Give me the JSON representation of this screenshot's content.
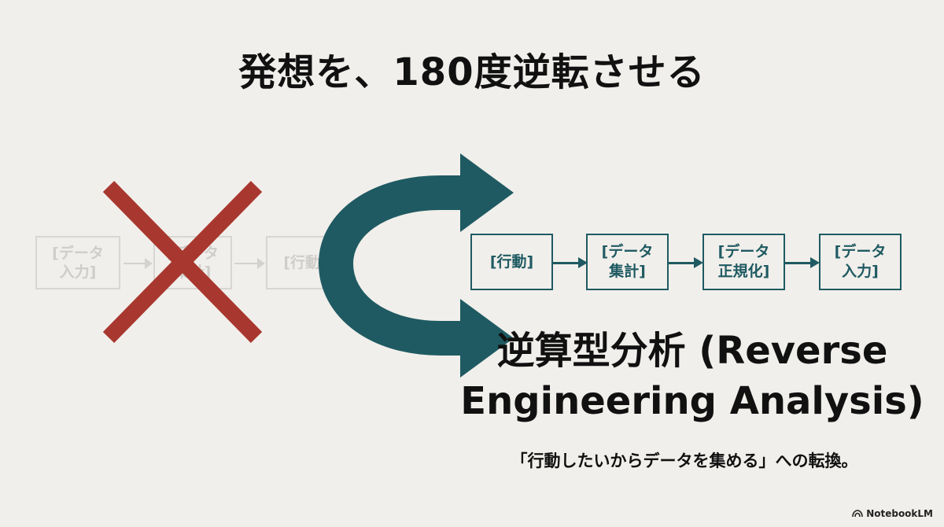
{
  "title": "発想を、180度逆転させる",
  "old_flow": {
    "boxes": [
      "[データ\n入力]",
      "[データ\n集計]",
      "[行動]"
    ]
  },
  "new_flow": {
    "boxes": [
      "[行動]",
      "[データ\n集計]",
      "[データ\n正規化]",
      "[データ\n入力]"
    ]
  },
  "heading": "逆算型分析 (Reverse Engineering Analysis)",
  "subtitle": "「行動したいからデータを集める」への転換。",
  "brand": "NotebookLM",
  "colors": {
    "background": "#f1efeb",
    "accent_teal": "#1f5a62",
    "cross_red": "#a8382f",
    "faded": "#d7d6d3"
  },
  "icons": [
    "cross-mark-icon",
    "u-turn-arrow-icon",
    "notebooklm-logo-icon"
  ]
}
